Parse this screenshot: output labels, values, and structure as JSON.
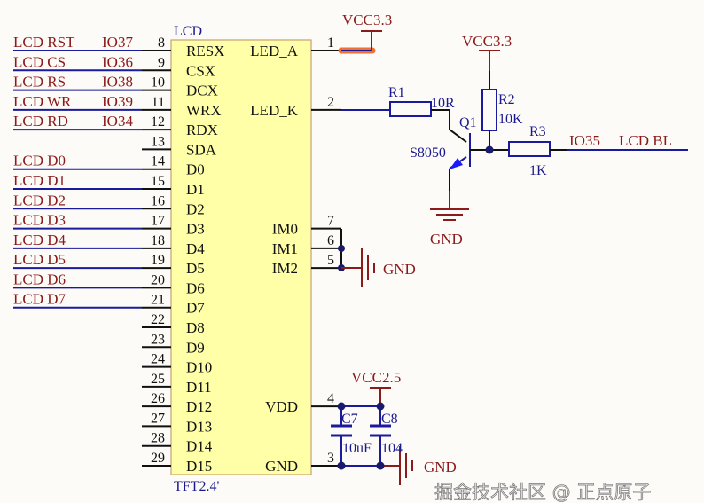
{
  "component": {
    "designator": "LCD",
    "value": "TFT2.4'",
    "body_color": "#ffffa8"
  },
  "left_pins": [
    {
      "num": "8",
      "name": "RESX",
      "net": "LCD RST",
      "io": "IO37"
    },
    {
      "num": "9",
      "name": "CSX",
      "net": "LCD CS",
      "io": "IO36"
    },
    {
      "num": "10",
      "name": "DCX",
      "net": "LCD RS",
      "io": "IO38"
    },
    {
      "num": "11",
      "name": "WRX",
      "net": "LCD WR",
      "io": "IO39"
    },
    {
      "num": "12",
      "name": "RDX",
      "net": "LCD RD",
      "io": "IO34"
    },
    {
      "num": "13",
      "name": "SDA",
      "net": "",
      "io": ""
    },
    {
      "num": "14",
      "name": "D0",
      "net": "LCD D0",
      "io": ""
    },
    {
      "num": "15",
      "name": "D1",
      "net": "LCD D1",
      "io": ""
    },
    {
      "num": "16",
      "name": "D2",
      "net": "LCD D2",
      "io": ""
    },
    {
      "num": "17",
      "name": "D3",
      "net": "LCD D3",
      "io": ""
    },
    {
      "num": "18",
      "name": "D4",
      "net": "LCD D4",
      "io": ""
    },
    {
      "num": "19",
      "name": "D5",
      "net": "LCD D5",
      "io": ""
    },
    {
      "num": "20",
      "name": "D6",
      "net": "LCD D6",
      "io": ""
    },
    {
      "num": "21",
      "name": "D7",
      "net": "LCD D7",
      "io": ""
    },
    {
      "num": "22",
      "name": "D8",
      "net": "",
      "io": ""
    },
    {
      "num": "23",
      "name": "D9",
      "net": "",
      "io": ""
    },
    {
      "num": "24",
      "name": "D10",
      "net": "",
      "io": ""
    },
    {
      "num": "25",
      "name": "D11",
      "net": "",
      "io": ""
    },
    {
      "num": "26",
      "name": "D12",
      "net": "",
      "io": ""
    },
    {
      "num": "27",
      "name": "D13",
      "net": "",
      "io": ""
    },
    {
      "num": "28",
      "name": "D14",
      "net": "",
      "io": ""
    },
    {
      "num": "29",
      "name": "D15",
      "net": "",
      "io": ""
    }
  ],
  "right_pins": [
    {
      "num": "1",
      "name": "LED_A",
      "row": 0
    },
    {
      "num": "2",
      "name": "LED_K",
      "row": 3
    },
    {
      "num": "7",
      "name": "IM0",
      "row": 9
    },
    {
      "num": "6",
      "name": "IM1",
      "row": 10
    },
    {
      "num": "5",
      "name": "IM2",
      "row": 11
    },
    {
      "num": "4",
      "name": "VDD",
      "row": 18
    },
    {
      "num": "3",
      "name": "GND",
      "row": 21
    }
  ],
  "power": {
    "vcc33_a": "VCC3.3",
    "vcc33_b": "VCC3.3",
    "vcc25": "VCC2.5",
    "gnd_q": "GND",
    "gnd_im": "GND",
    "gnd_cap": "GND"
  },
  "parts": {
    "r1": {
      "ref": "R1",
      "val": "10R"
    },
    "r2": {
      "ref": "R2",
      "val": "10K"
    },
    "r3": {
      "ref": "R3",
      "val": "1K"
    },
    "q1": {
      "ref": "Q1",
      "val": "S8050"
    },
    "c7": {
      "ref": "C7",
      "val": "10uF"
    },
    "c8": {
      "ref": "C8",
      "val": "104"
    }
  },
  "bl_net": {
    "io": "IO35",
    "net": "LCD BL"
  },
  "watermark": "掘金技术社区 @ 正点原子",
  "colors": {
    "wire": "#1a1a9c",
    "net_label": "#8b1a1a",
    "pin": "#111111",
    "highlight": "#f07030"
  }
}
